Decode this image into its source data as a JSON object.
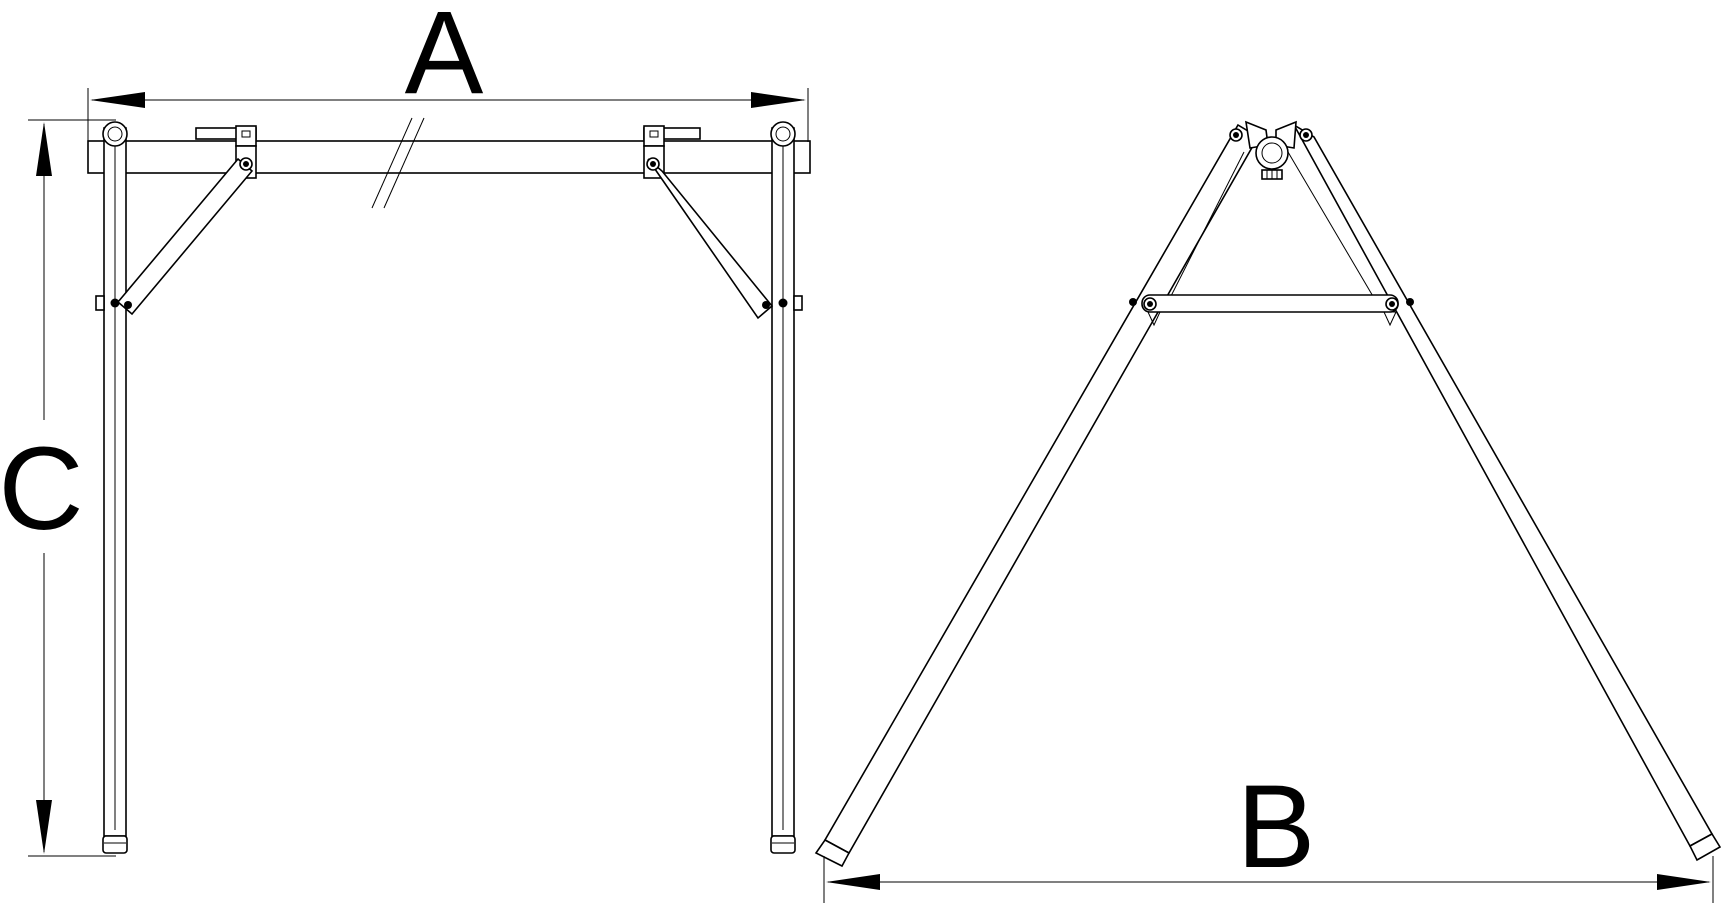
{
  "dimension_labels": {
    "width": "A",
    "depth": "B",
    "height": "C"
  },
  "colors": {
    "line": "#000000",
    "background": "#ffffff"
  }
}
